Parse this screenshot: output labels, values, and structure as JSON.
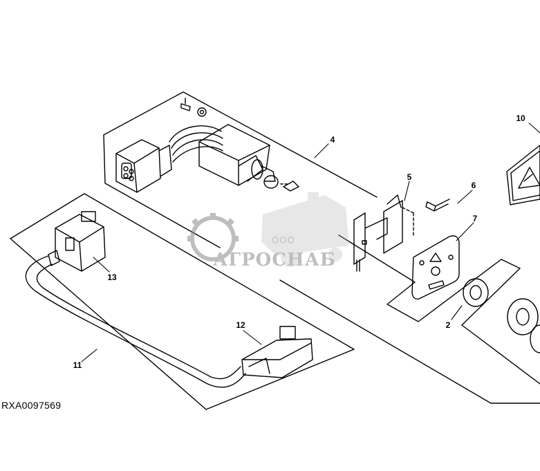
{
  "drawing_id": "RXA0097569",
  "callouts": {
    "c2": "2",
    "c4": "4",
    "c5": "5",
    "c6": "6",
    "c7": "7",
    "c10": "10",
    "c11": "11",
    "c12": "12",
    "c13": "13"
  },
  "watermark": {
    "prefix": "ООО",
    "brand": "АГРОСНАБ"
  },
  "icons": [
    "gear-logo-icon",
    "combine-harvester-icon",
    "warning-sign-icon"
  ]
}
